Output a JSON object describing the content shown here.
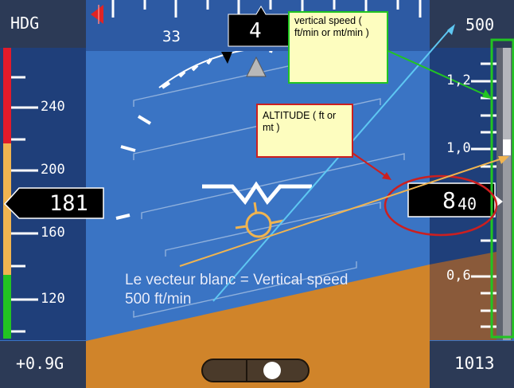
{
  "heading": {
    "label": "HDG",
    "scale_value": "33",
    "current": "4"
  },
  "speed_tape": {
    "labels": [
      "240",
      "200",
      "160",
      "120"
    ],
    "current": "181"
  },
  "altitude_tape": {
    "top_value": "500",
    "scale_labels": [
      "1,2",
      "1,0",
      "0,6"
    ],
    "current_big": "8",
    "current_small": "40",
    "baro_setting": "1013"
  },
  "g_load": "+0.9G",
  "callouts": {
    "vertical_speed": "vertical speed ( ft/min or mt/min )",
    "altitude": "ALTITUDE ( ft or mt )"
  },
  "annotation": {
    "line1": "Le vecteur blanc = Vertical speed",
    "line2": "500 ft/min"
  },
  "colors": {
    "sky": "#3a74c4",
    "ground": "#d0842a",
    "tape": "#1f3f7a",
    "green_frame": "#22c422",
    "red_ellipse": "#cc1f1f",
    "cyan_arrow": "#5ec7f2",
    "orange_line": "#f0b450"
  }
}
